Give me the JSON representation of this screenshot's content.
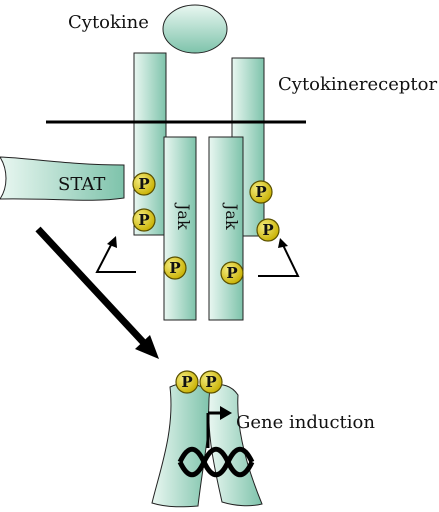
{
  "labels": {
    "cytokine": "Cytokine",
    "receptor": "Cytokinereceptor",
    "stat": "STAT",
    "jak_left": "Jak",
    "jak_right": "Jak",
    "gene_induction": "Gene induction"
  },
  "phospho_label": "P",
  "colors": {
    "receptor_light": "#e6f5ef",
    "receptor_dark": "#7fc4ac",
    "phospho_fill": "#d9c300",
    "phospho_stroke": "#5a5000",
    "outline": "#222222",
    "membrane": "#000000"
  }
}
